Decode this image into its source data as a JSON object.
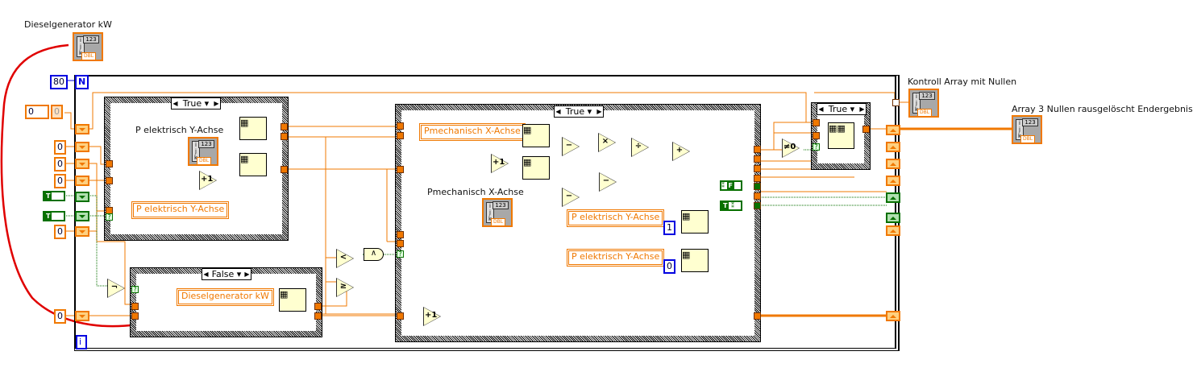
{
  "labels": {
    "diesel_array": "Dieselgenerator kW",
    "kontroll_array": "Kontroll Array mit Nullen",
    "endergebnis": "Array 3 Nullen rausgelöscht Endergebnis",
    "p_elektrisch_array": "P elektrisch Y-Achse",
    "pmech_array": "Pmechanisch X-Achse"
  },
  "loop": {
    "count": "80",
    "count_terminal": "N",
    "index_terminal": "i"
  },
  "case_structures": [
    {
      "selector": "True"
    },
    {
      "selector": "True"
    },
    {
      "selector": "False"
    },
    {
      "selector": "True"
    }
  ],
  "constants": {
    "control_value": "0",
    "control_indicator": "0",
    "sr_inits": [
      "0",
      "0",
      "0",
      "0",
      "0"
    ],
    "bool_true": "T",
    "bool_false": "F",
    "index_1": "1",
    "index_0": "0"
  },
  "local_vars": {
    "p_elektrisch_1": "P elektrisch Y-Achse",
    "pmech": "Pmechanisch X-Achse",
    "p_elektrisch_2": "P elektrisch Y-Achse",
    "p_elektrisch_3": "P elektrisch Y-Achse",
    "diesel": "Dieselgenerator kW"
  },
  "array_icon": {
    "ijk": [
      "i",
      "j",
      "k"
    ],
    "num": "123",
    "type": "DBL"
  },
  "primitives": {
    "inc": "+1",
    "sub": "−",
    "mul": "×",
    "div": "÷",
    "add": "+",
    "lt": "<",
    "ge": "≥",
    "and": "∧",
    "not": "¬",
    "neq0": "≠0"
  },
  "colors": {
    "double_wire": "#f07800",
    "boolean_wire": "#087000",
    "integer": "#0000e0",
    "annotation": "#e00000"
  }
}
